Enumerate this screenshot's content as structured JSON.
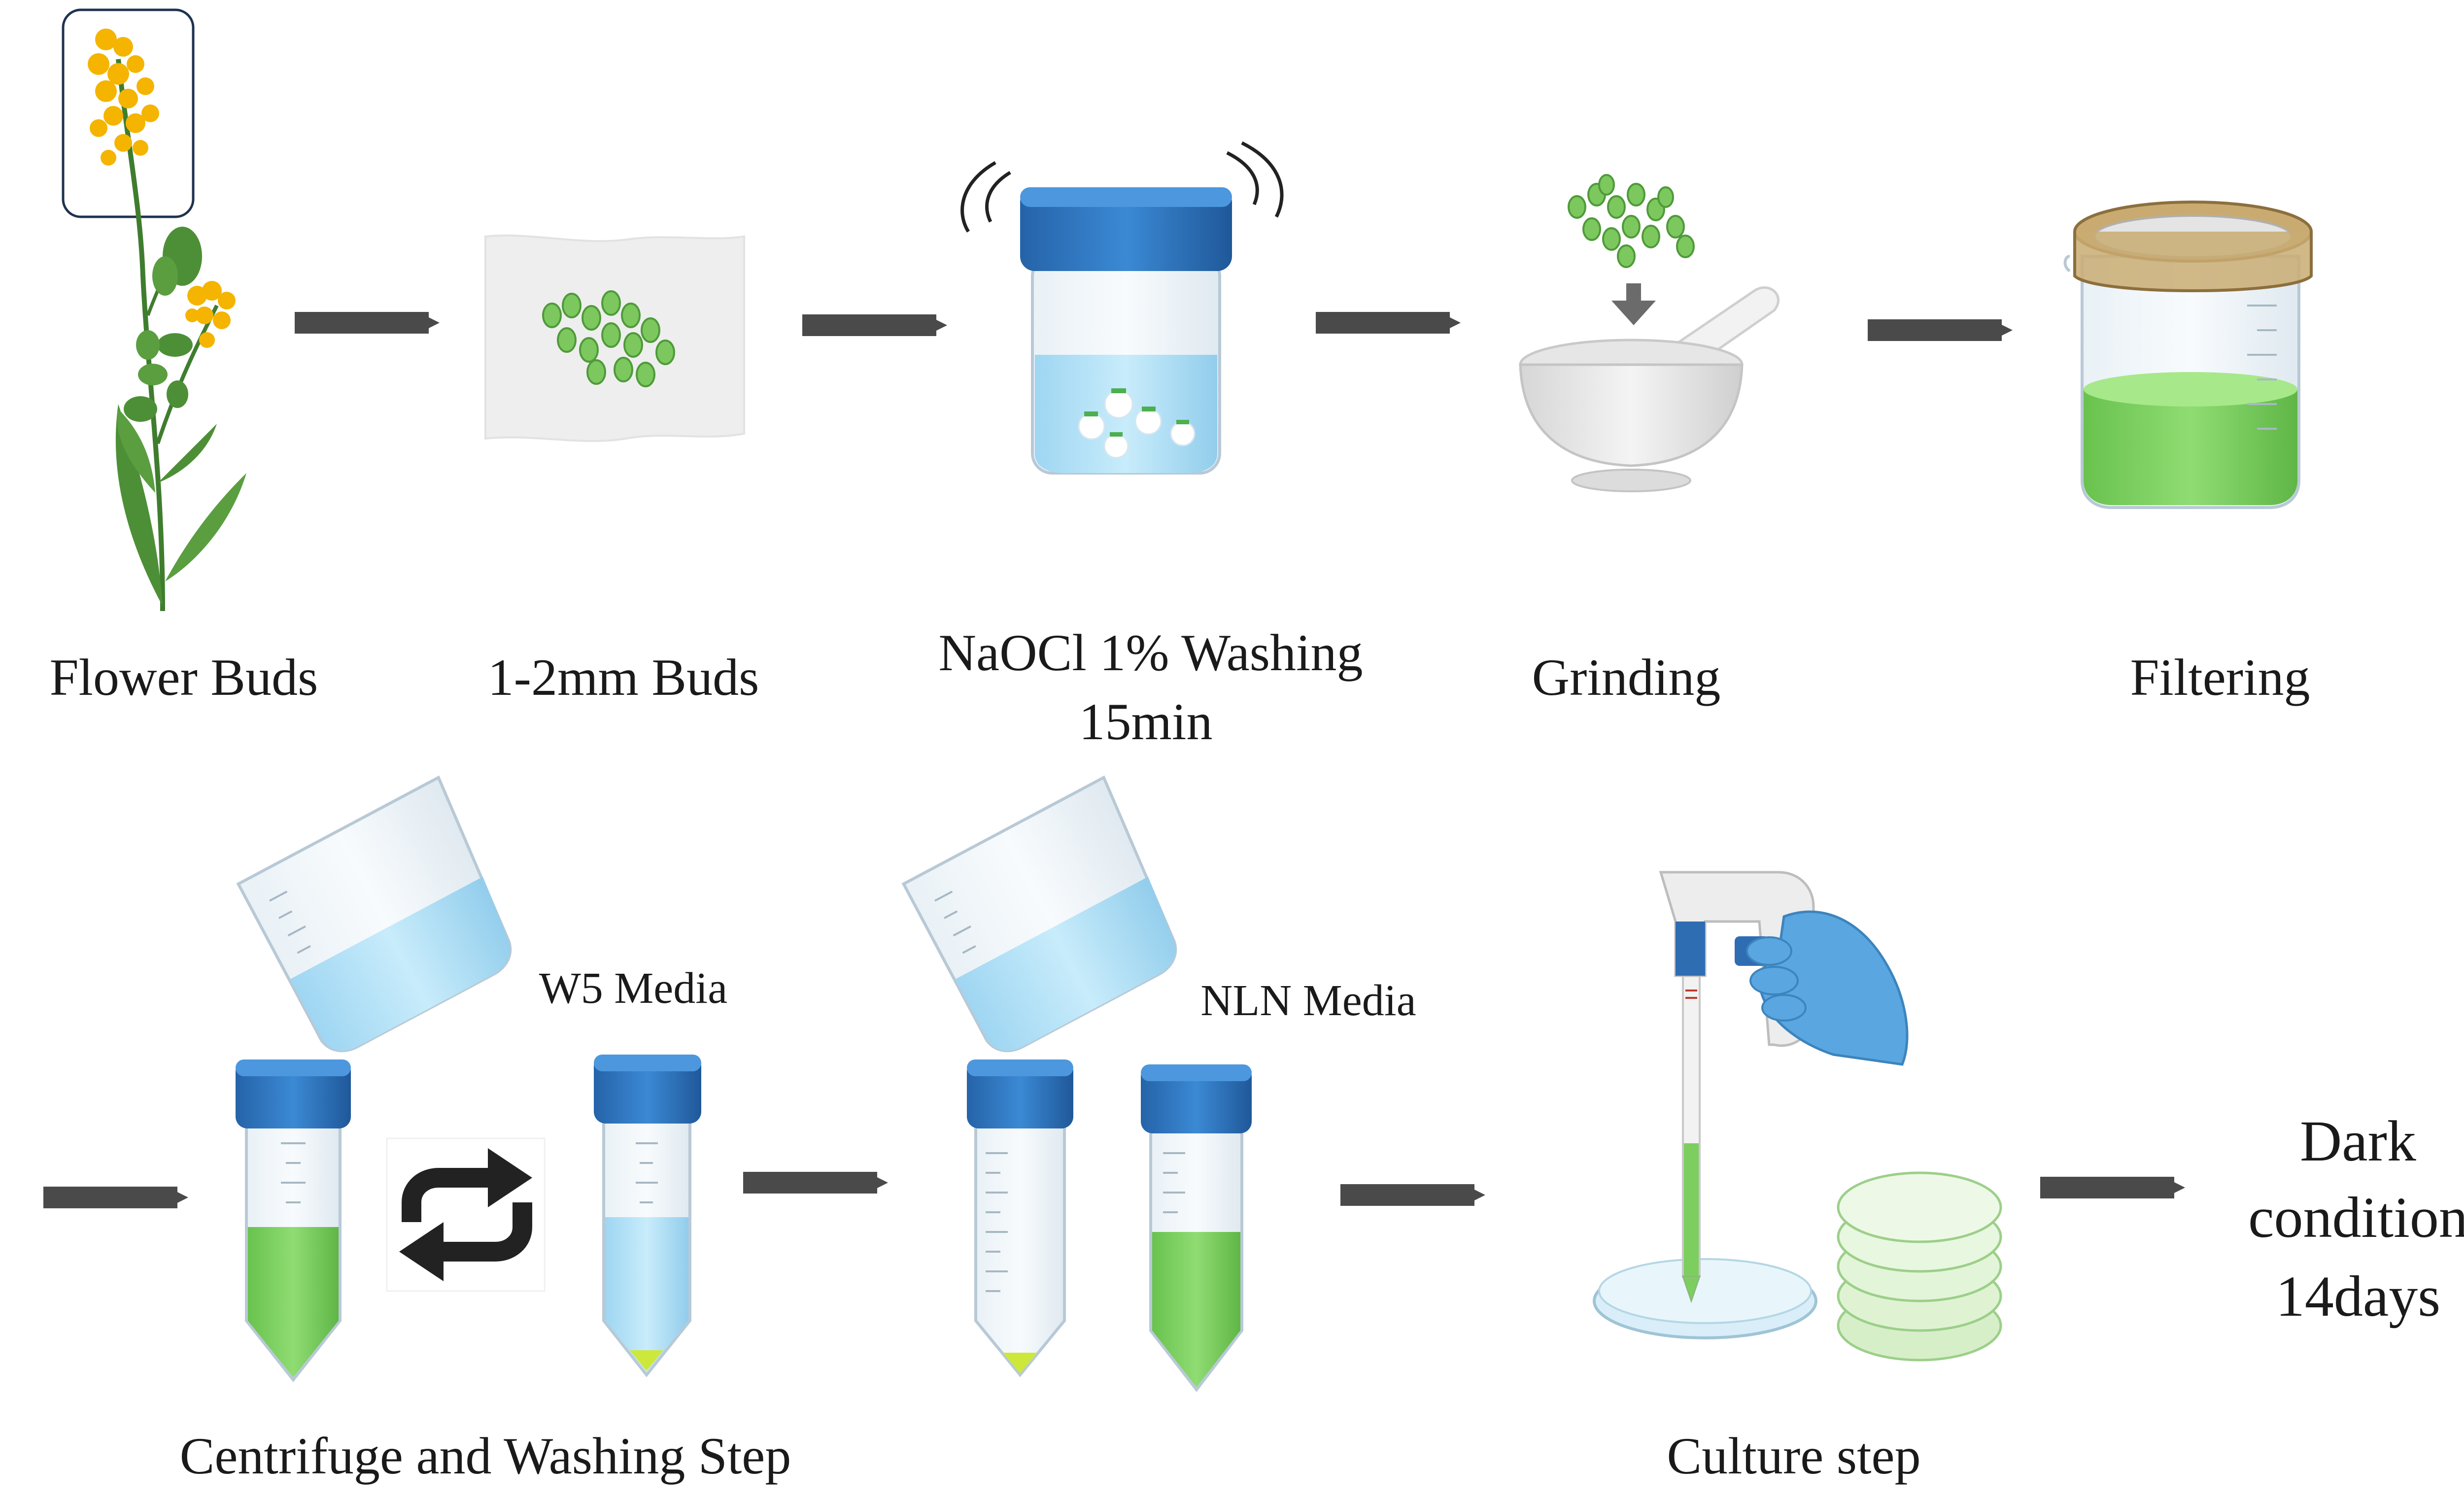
{
  "steps_row1": [
    {
      "label": "Flower Buds"
    },
    {
      "label": "1-2mm Buds"
    },
    {
      "label_line1": "NaOCl 1% Washing",
      "label_line2": "15min"
    },
    {
      "label": "Grinding"
    },
    {
      "label": "Filtering"
    }
  ],
  "steps_row2": {
    "w5_media": "W5 Media",
    "nln_media": "NLN Media",
    "centrifuge_label": "Centrifuge and Washing Step",
    "culture_label": "Culture step",
    "final_line1": "Dark",
    "final_line2": "condition",
    "final_line3": "14days"
  },
  "colors": {
    "arrow": "#4a4a4a",
    "cap_blue": "#2f78c4",
    "green_liquid": "#7ccf5e",
    "blue_liquid": "#a9dcf5",
    "flower_yellow": "#f4b400",
    "glove_blue": "#5aa6e0"
  }
}
